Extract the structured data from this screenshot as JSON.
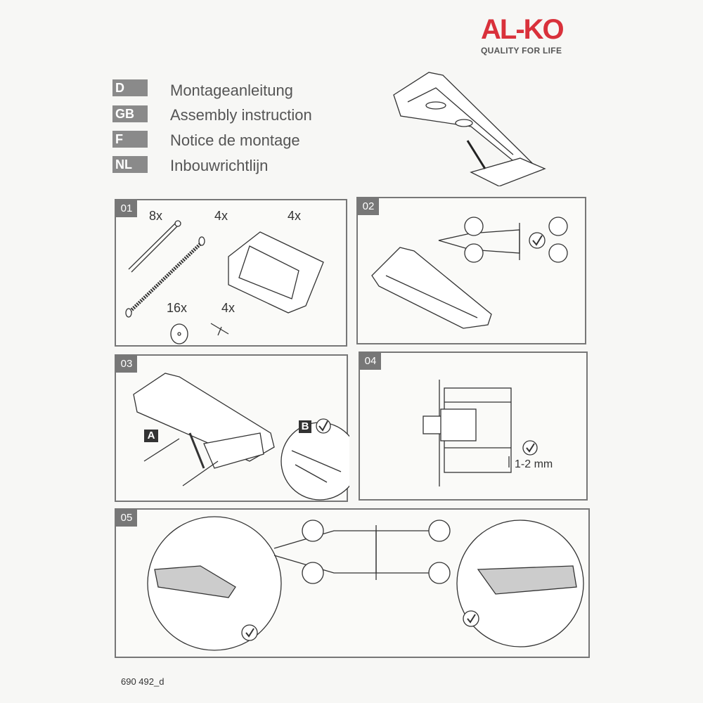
{
  "brand": {
    "logo": "AL-KO",
    "slogan": "QUALITY FOR LIFE",
    "color": "#d9313b"
  },
  "languages": [
    {
      "code": "D",
      "title": "Montageanleitung"
    },
    {
      "code": "GB",
      "title": "Assembly instruction"
    },
    {
      "code": "F",
      "title": "Notice de montage"
    },
    {
      "code": "NL",
      "title": "Inbouwrichtlijn"
    }
  ],
  "steps": [
    {
      "number": "01",
      "labels": [
        "8x",
        "4x",
        "4x",
        "16x",
        "4x"
      ]
    },
    {
      "number": "02"
    },
    {
      "number": "03",
      "labels": [
        "A",
        "B"
      ]
    },
    {
      "number": "04",
      "labels": [
        "1-2 mm"
      ]
    },
    {
      "number": "05"
    }
  ],
  "footer": {
    "doc_number": "690 492_d"
  }
}
